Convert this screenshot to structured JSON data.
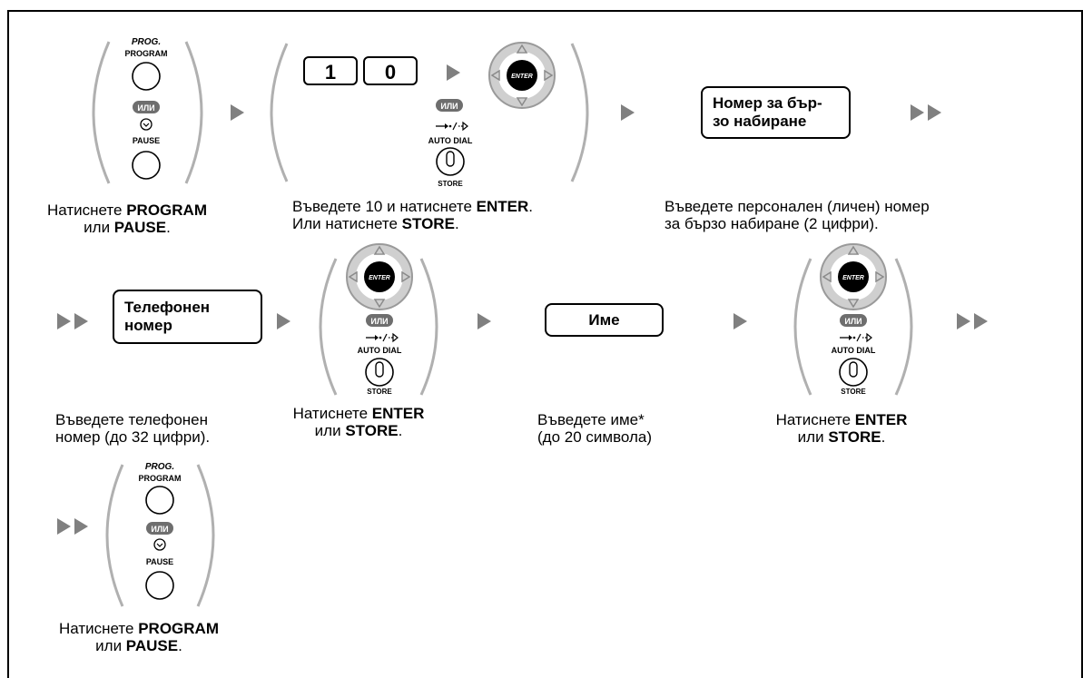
{
  "prog_italic": "PROG.",
  "program_label": "PROGRAM",
  "pause_label": "PAUSE",
  "or_label": "ИЛИ",
  "enter_label": "ENTER",
  "auto_dial_label": "AUTO DIAL",
  "store_label": "STORE",
  "digit_1": "1",
  "digit_0": "0",
  "step1": {
    "before": "Натиснете ",
    "b1": "PROGRAM",
    "mid": "\nили ",
    "b2": "PAUSE",
    "after": "."
  },
  "step2": {
    "before": "Въведете 10 и натиснете ",
    "b1": "ENTER",
    "mid": ".\nИли натиснете ",
    "b2": "STORE",
    "after": "."
  },
  "box_speed_dial": "Номер за бър-\nзо набиране",
  "step3": {
    "text": "Въведете персонален (личен) номер\nза бързо набиране (2 цифри)."
  },
  "box_phone": "Телефонен\nномер",
  "step4": {
    "text": "Въведете телефонен\nномер (до 32 цифри)."
  },
  "step5": {
    "before": "Натиснете ",
    "b1": "ENTER",
    "mid": "\nили ",
    "b2": "STORE",
    "after": "."
  },
  "box_name": "Име",
  "step6": {
    "text": "Въведете име*\n(до 20 символа)"
  },
  "step7": {
    "before": "Натиснете ",
    "b1": "ENTER",
    "mid": "\nили ",
    "b2": "STORE",
    "after": "."
  },
  "step8": {
    "before": "Натиснете ",
    "b1": "PROGRAM",
    "mid": "\nили ",
    "b2": "PAUSE",
    "after": "."
  },
  "colors": {
    "arrow": "#808080",
    "paren": "#b0b0b0",
    "nav_ring": "#c8c8c8",
    "nav_center": "#000000"
  },
  "icons": [
    "single-arrow-icon",
    "double-arrow-icon",
    "enter-navigator-icon",
    "store-key-icon",
    "pause-icon",
    "or-badge-icon"
  ]
}
